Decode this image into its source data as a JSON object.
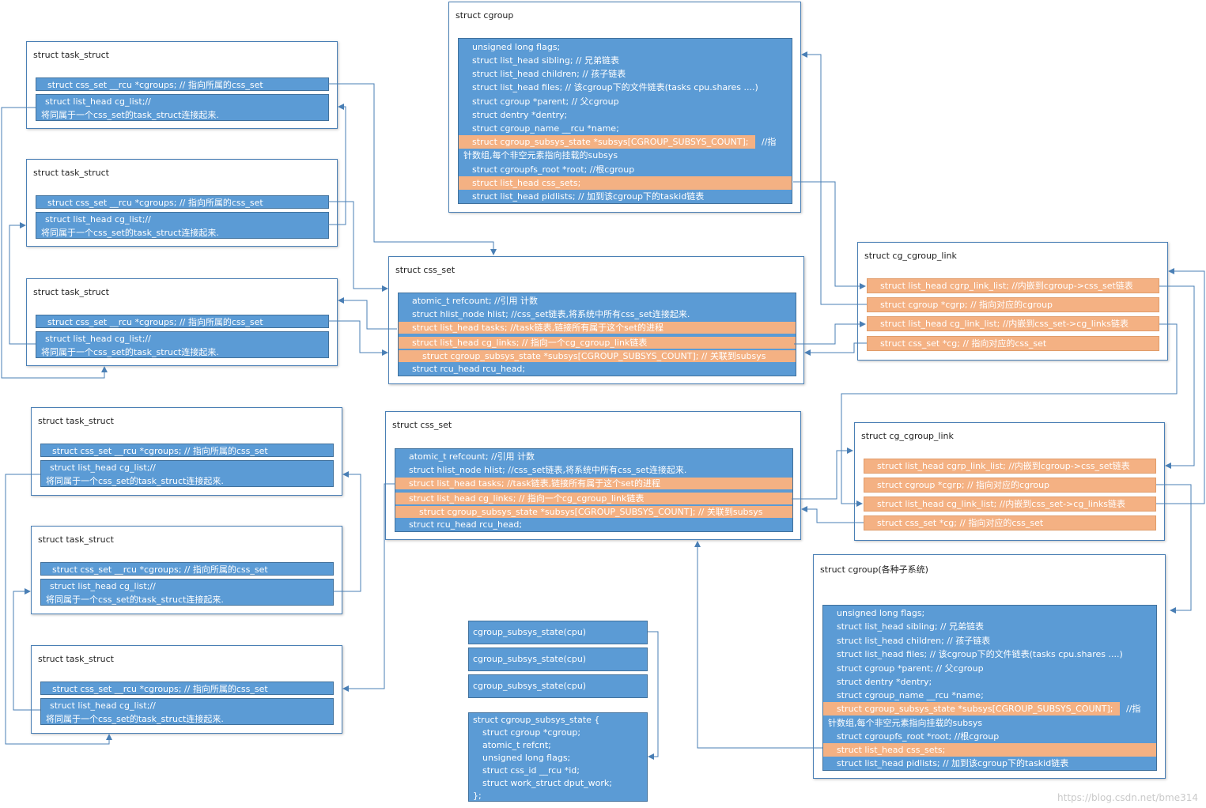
{
  "task": {
    "title": "struct task_struct",
    "cgroups": "struct css_set __rcu *cgroups;  // 指向所属的css_set",
    "cg_list_1": "struct list_head cg_list;//",
    "cg_list_2": "将同属于一个css_set的task_struct连接起来."
  },
  "cgroup": {
    "title": "struct cgroup",
    "title2": "struct cgroup(各种子系统)",
    "lines": [
      "unsigned long flags;",
      "struct list_head sibling;   // 兄弟链表",
      "struct list_head children;  // 孩子链表",
      "struct list_head files;     // 该cgroup下的文件链表(tasks cpu.shares ....)",
      "struct cgroup *parent;      // 父cgroup",
      "struct dentry *dentry;",
      "struct cgroup_name __rcu *name;"
    ],
    "subsys": "struct cgroup_subsys_state *subsys[CGROUP_SUBSYS_COUNT];",
    "subsys_tail": "//指",
    "subsys_cont": "针数组,每个非空元素指向挂载的subsys",
    "root": "struct cgroupfs_root *root; //根cgroup",
    "css_sets": "struct list_head css_sets;",
    "pidlists": "struct list_head pidlists;  // 加到该cgroup下的taskid链表"
  },
  "css_set": {
    "title": "struct css_set",
    "refcount": "atomic_t refcount;         //引用 计数",
    "hlist": "struct hlist_node hlist;   //css_set链表,将系统中所有css_set连接起来.",
    "tasks": "struct list_head tasks;     //task链表,链接所有属于这个set的进程",
    "cg_links": "struct list_head cg_links; // 指向一个cg_cgroup_link链表",
    "subsys": "struct cgroup_subsys_state *subsys[CGROUP_SUBSYS_COUNT];  // 关联到subsys",
    "rcu": "struct rcu_head rcu_head;"
  },
  "link": {
    "title": "struct cg_cgroup_link",
    "cgrp_link_list": "struct list_head cgrp_link_list;   //内嵌到cgroup->css_set链表",
    "cgrp": "struct cgroup *cgrp;   // 指向对应的cgroup",
    "cg_link_list": "struct list_head cg_link_list;     //内嵌到css_set->cg_links链表",
    "cg": "struct css_set *cg;     // 指向对应的css_set"
  },
  "subsys_state": {
    "label": "cgroup_subsys_state(cpu)",
    "struct_lines": [
      "struct cgroup_subsys_state {",
      "    struct cgroup *cgroup;",
      "    atomic_t refcnt;",
      "    unsigned long flags;",
      "    struct css_id __rcu *id;",
      "    struct work_struct dput_work;",
      "};"
    ]
  },
  "watermark": "https://blog.csdn.net/bme314",
  "colors": {
    "blue": "#5b9bd5",
    "orange": "#f4b183",
    "line": "#4a7fb5"
  }
}
